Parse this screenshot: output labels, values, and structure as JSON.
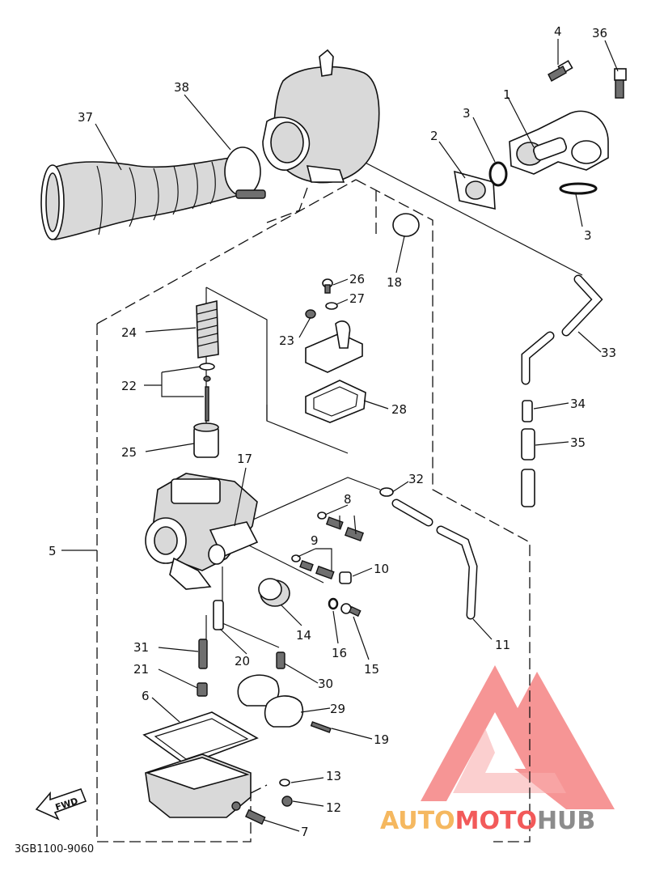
{
  "diagram": {
    "drawing_code": "3GB1100-9060",
    "fwd_label": "FWD",
    "watermark": {
      "part1": "AUTO",
      "part2": "MOTO",
      "part3": "HUB",
      "color_triangle": "#f25a5a",
      "color_auto": "#f5b860",
      "color_moto": "#f25a5a",
      "color_hub": "#8c8c8c"
    },
    "part_labels": {
      "p1": "1",
      "p2": "2",
      "p3a": "3",
      "p3b": "3",
      "p4": "4",
      "p5": "5",
      "p6": "6",
      "p7": "7",
      "p8": "8",
      "p9": "9",
      "p10": "10",
      "p11": "11",
      "p12": "12",
      "p13": "13",
      "p14": "14",
      "p15": "15",
      "p16": "16",
      "p17": "17",
      "p18": "18",
      "p19": "19",
      "p20": "20",
      "p21": "21",
      "p22": "22",
      "p23": "23",
      "p24": "24",
      "p25": "25",
      "p26": "26",
      "p27": "27",
      "p28": "28",
      "p29": "29",
      "p30": "30",
      "p31": "31",
      "p32": "32",
      "p33": "33",
      "p34": "34",
      "p35": "35",
      "p36": "36",
      "p37": "37",
      "p38": "38"
    }
  }
}
